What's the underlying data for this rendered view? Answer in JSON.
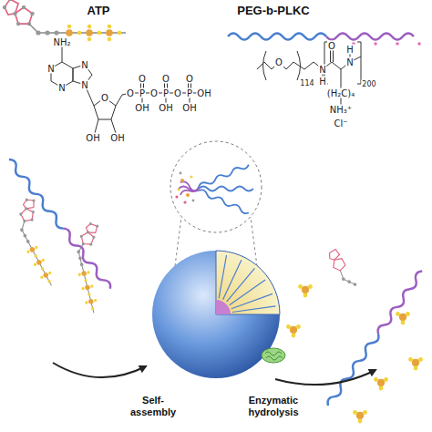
{
  "diagram": {
    "labels": [
      "ATP",
      "PEG-b-PLKC",
      "NH₂",
      "N",
      "N",
      "N",
      "N",
      "O",
      "OH",
      "OH",
      "O",
      "P",
      "O",
      "P",
      "O",
      "P",
      "OH",
      "O",
      "O",
      "O",
      "OH",
      "OH",
      "OH",
      "O",
      "114",
      "N",
      "H",
      "O",
      "H",
      "N",
      "200",
      "(H₂C)₄",
      "NH₃⁺",
      "Cl⁻",
      "Self-assembly",
      "Enzymatic hydrolysis"
    ]
  }
}
